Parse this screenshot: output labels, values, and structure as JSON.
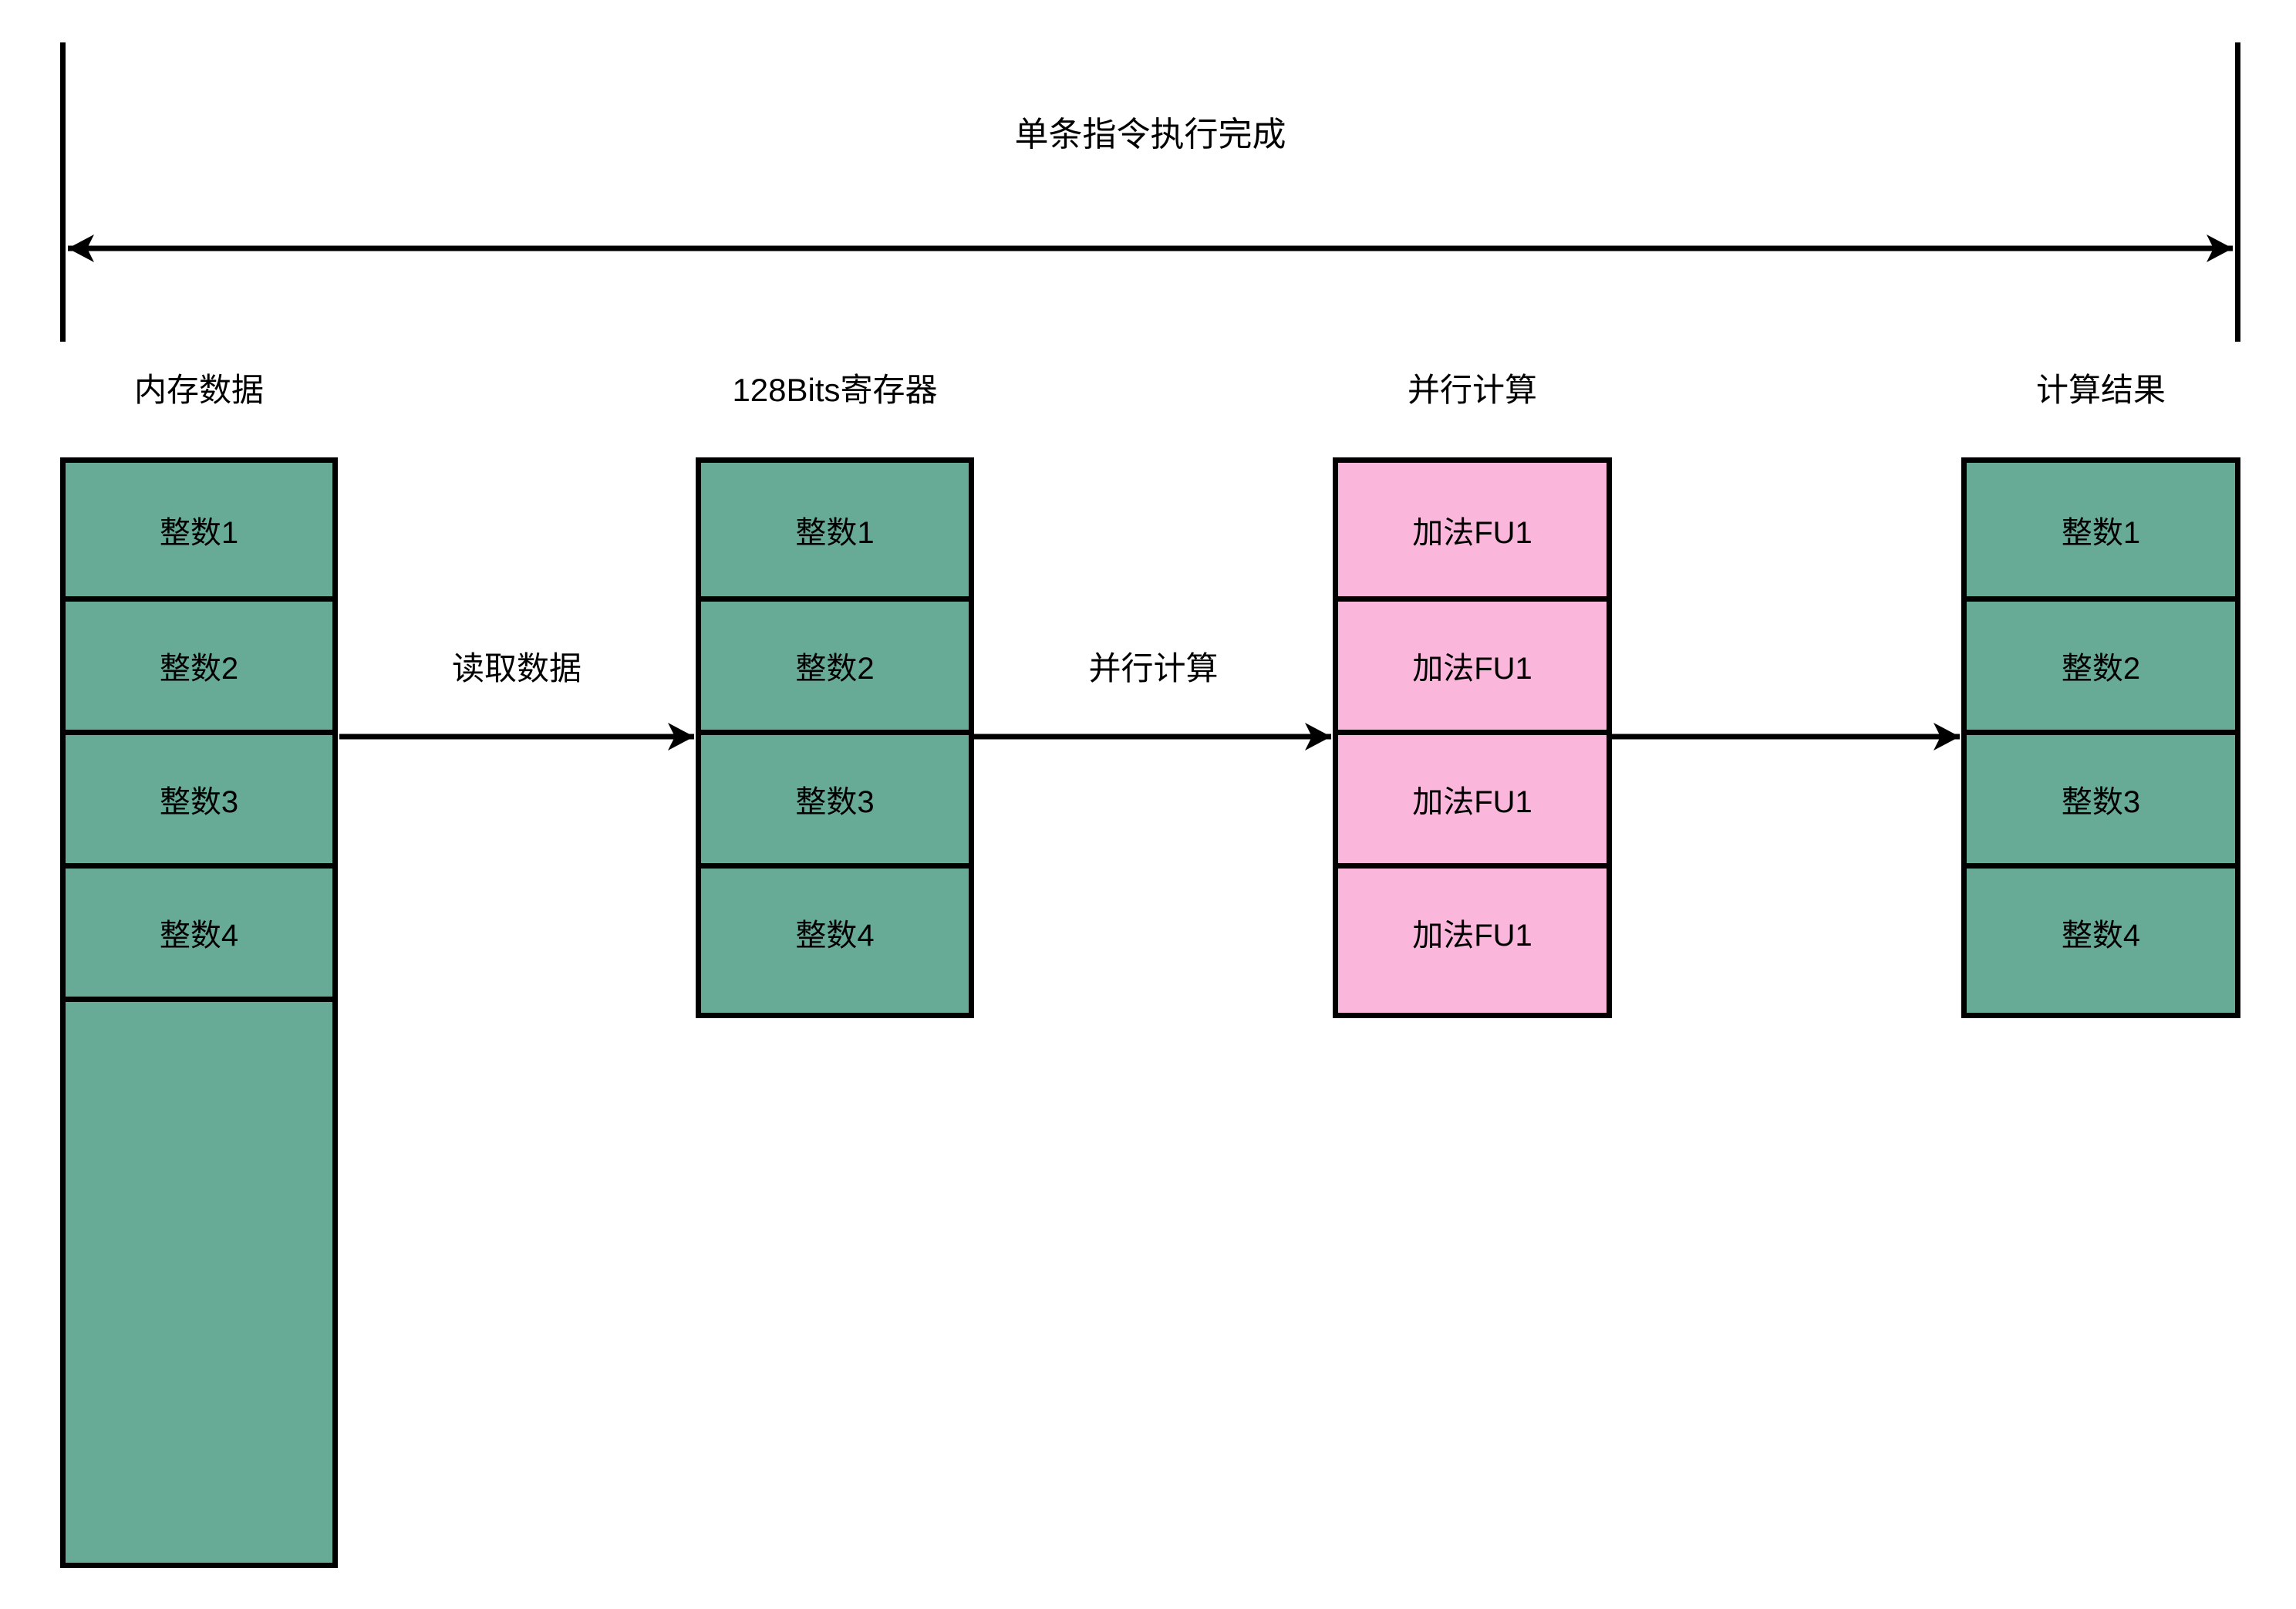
{
  "measure": {
    "label": "单条指令执行完成"
  },
  "arrows": {
    "read_label": "读取数据",
    "compute_label": "并行计算"
  },
  "columns": {
    "memory": {
      "header": "内存数据",
      "cells": [
        "整数1",
        "整数2",
        "整数3",
        "整数4"
      ]
    },
    "register": {
      "header": "128Bits寄存器",
      "cells": [
        "整数1",
        "整数2",
        "整数3",
        "整数4"
      ]
    },
    "parallel": {
      "header": "并行计算",
      "cells": [
        "加法FU1",
        "加法FU1",
        "加法FU1",
        "加法FU1"
      ]
    },
    "result": {
      "header": "计算结果",
      "cells": [
        "整数1",
        "整数2",
        "整数3",
        "整数4"
      ]
    }
  },
  "colors": {
    "teal": "#67AA96",
    "pink": "#FBB6DB",
    "stroke": "#000000",
    "background": "#FFFFFF"
  }
}
